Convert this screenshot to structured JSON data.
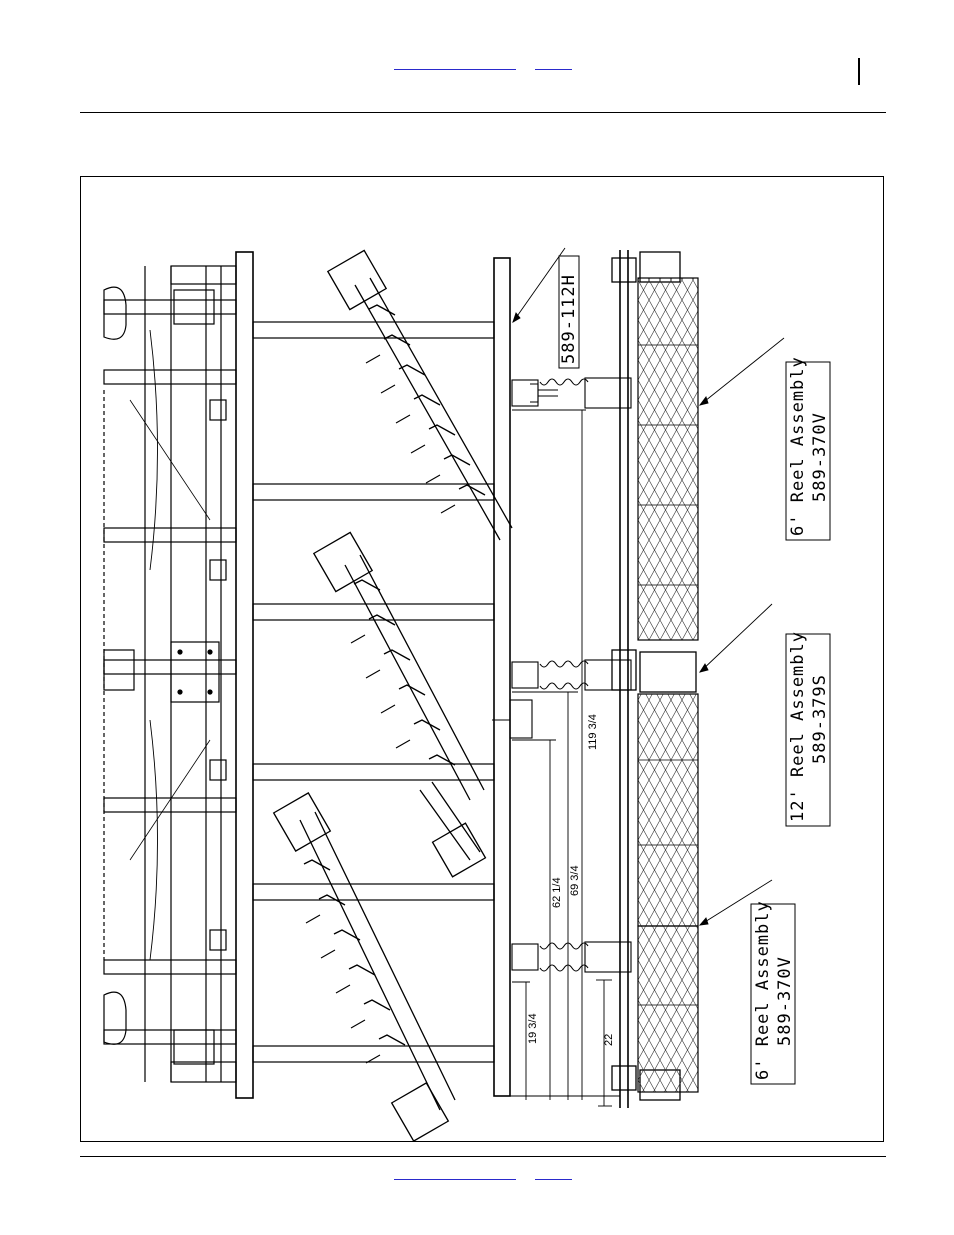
{
  "callouts": {
    "bar_part": "589-112H",
    "reel_right": {
      "title": "6' Reel Assembly",
      "part": "589-370V"
    },
    "reel_center": {
      "title": "12' Reel Assembly",
      "part": "589-379S"
    },
    "reel_left": {
      "title": "6' Reel Assembly",
      "part": "589-370V"
    }
  },
  "dimensions": {
    "d1": "119 3/4",
    "d2": "62 1/4",
    "d3": "69 3/4",
    "d4": "19 3/4",
    "d5": "22"
  }
}
